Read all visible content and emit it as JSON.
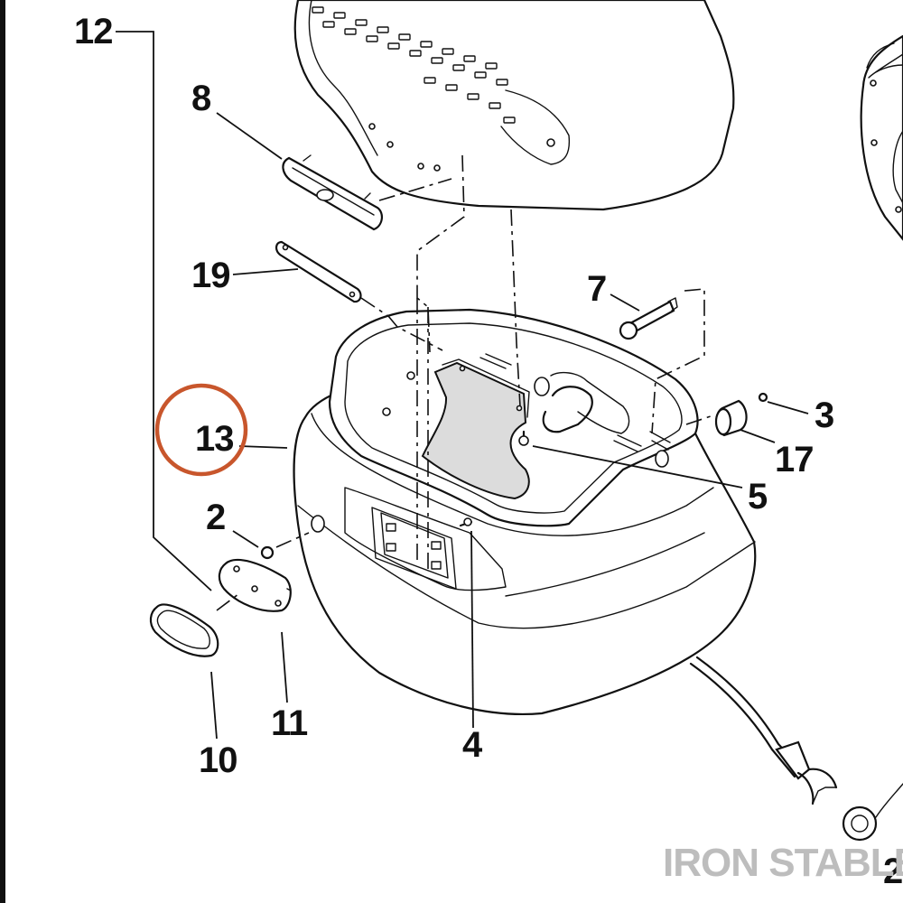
{
  "callouts": {
    "c12": "12",
    "c8": "8",
    "c19": "19",
    "c7": "7",
    "c3": "3",
    "c17": "17",
    "c5": "5",
    "c13": "13",
    "c2": "2",
    "c11": "11",
    "c10": "10",
    "c4": "4",
    "c2b": "2"
  },
  "highlight": {
    "target": "13",
    "color": "#c8562c"
  },
  "watermark": {
    "text": "IRON STABLE"
  },
  "colors": {
    "line": "#111111",
    "shade": "#dcdcdc",
    "watermark": "#bdbdbd"
  }
}
